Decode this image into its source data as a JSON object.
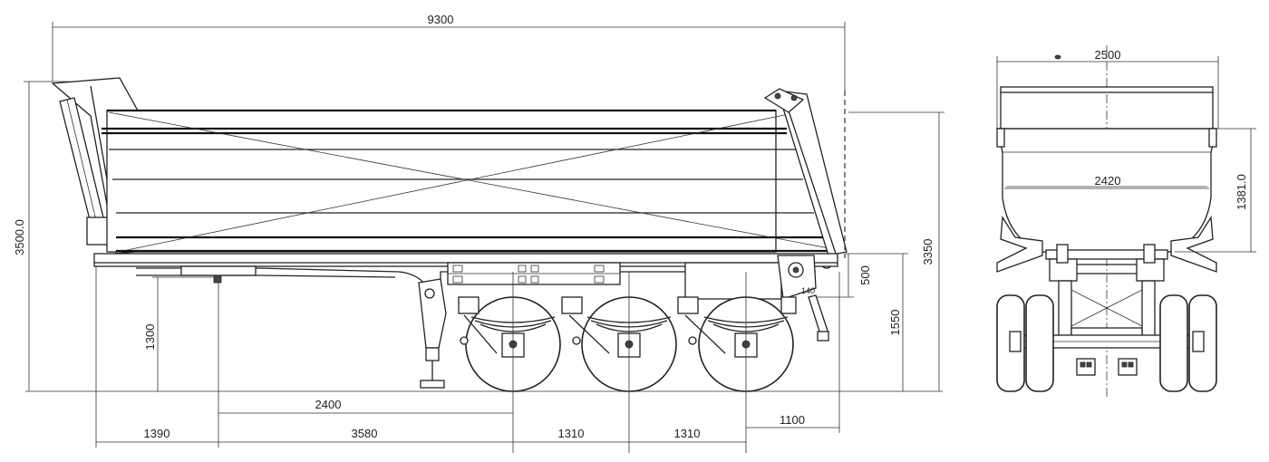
{
  "side_view": {
    "dimensions": {
      "overall_length": "9300",
      "overall_height": "3500.0",
      "body_height": "3350",
      "frame_height": "1550",
      "tail_height": "500",
      "landing_leg_height": "1300",
      "kingpin_to_axle": "2400",
      "front_overhang": "1390",
      "wheelbase": "3580",
      "axle_spacing_1": "1310",
      "axle_spacing_2": "1310",
      "rear_overhang": "1100",
      "small_note": "140"
    }
  },
  "rear_view": {
    "dimensions": {
      "overall_width": "2500",
      "inner_width": "2420",
      "body_depth": "1381.0"
    }
  }
}
